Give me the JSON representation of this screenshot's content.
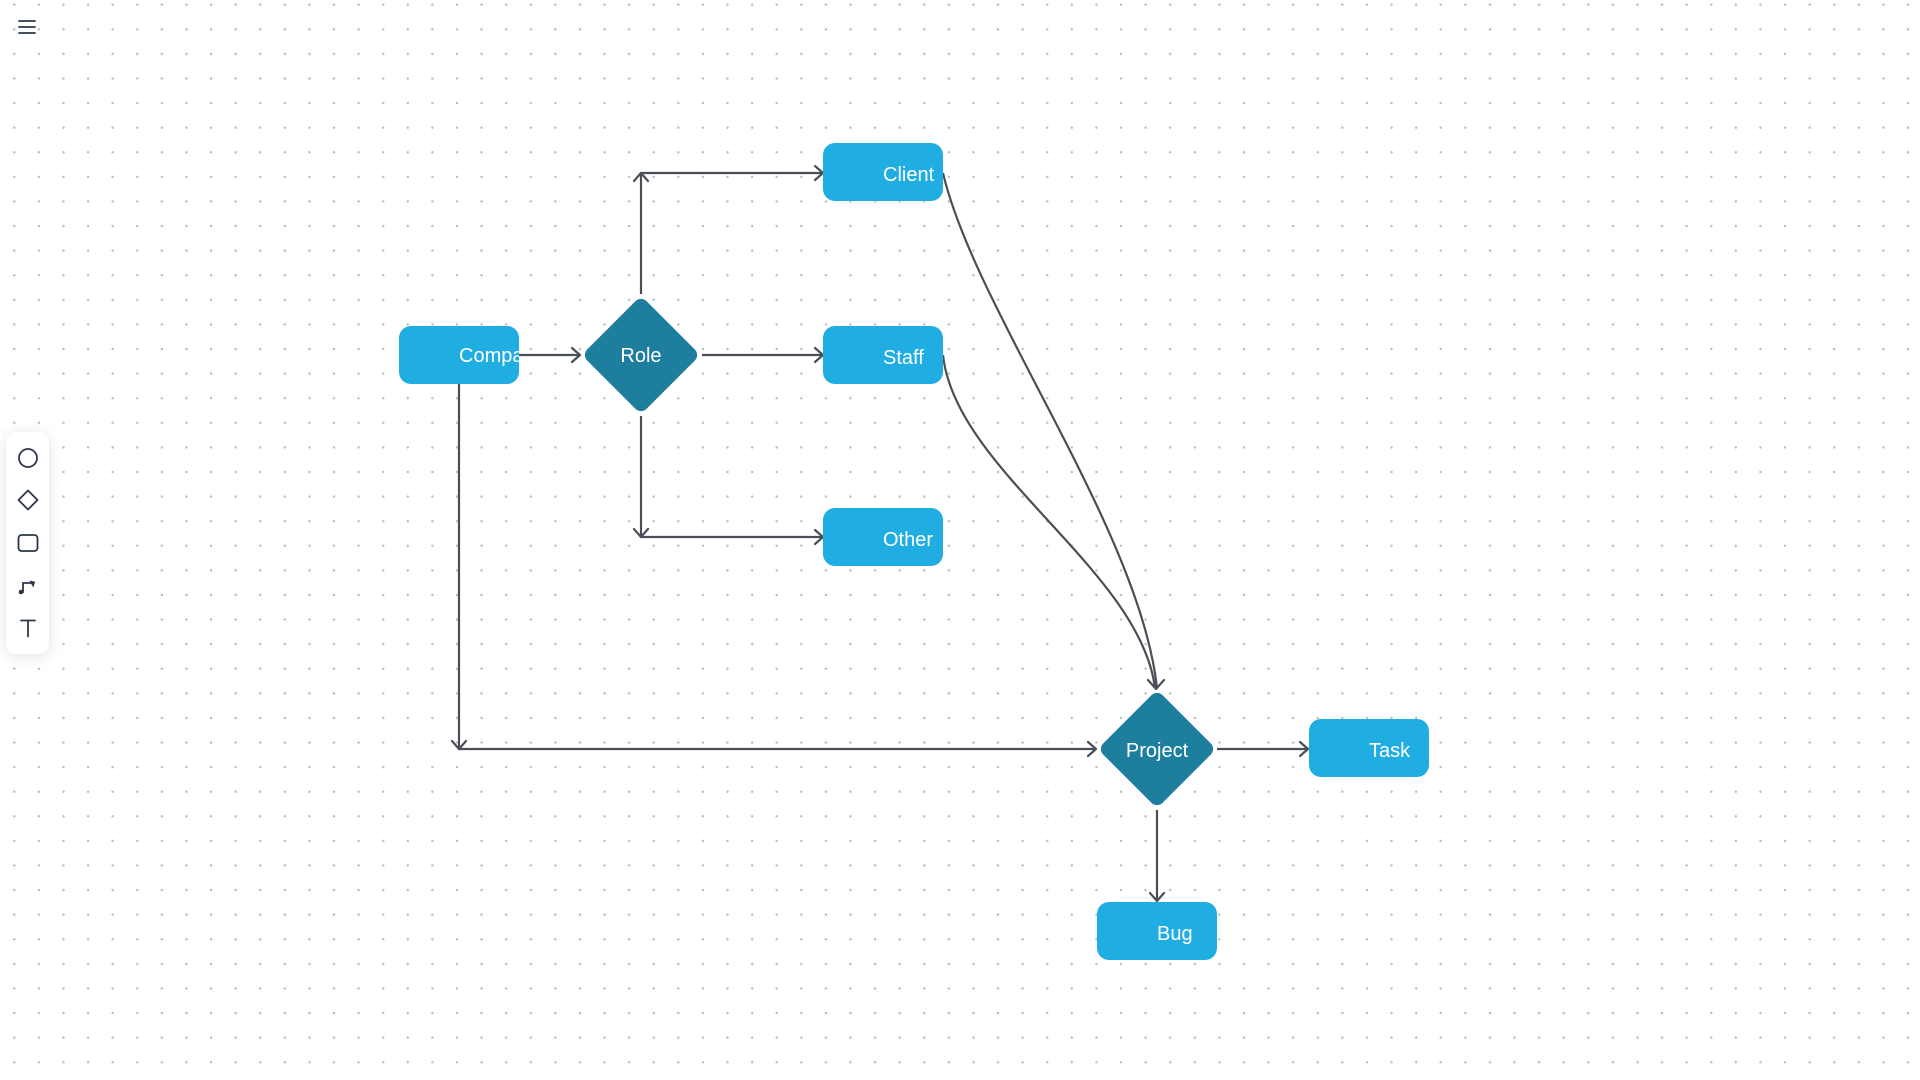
{
  "colors": {
    "rect_fill": "#20ade2",
    "diamond_fill": "#1e7e9e",
    "edge": "#4a4f57",
    "icon": "#2d3748"
  },
  "menu": {
    "icon": "hamburger-menu-icon"
  },
  "toolbar": {
    "tools": [
      {
        "name": "circle-tool",
        "icon": "circle-icon"
      },
      {
        "name": "diamond-tool",
        "icon": "diamond-icon"
      },
      {
        "name": "rectangle-tool",
        "icon": "rounded-rectangle-icon"
      },
      {
        "name": "connector-tool",
        "icon": "connector-icon"
      },
      {
        "name": "text-tool",
        "icon": "text-icon"
      }
    ]
  },
  "diagram": {
    "nodes": [
      {
        "id": "company",
        "label": "Compa",
        "shape": "rect"
      },
      {
        "id": "role",
        "label": "Role",
        "shape": "diamond"
      },
      {
        "id": "client",
        "label": "Client",
        "shape": "rect"
      },
      {
        "id": "staff",
        "label": "Staff",
        "shape": "rect"
      },
      {
        "id": "other",
        "label": "Other",
        "shape": "rect"
      },
      {
        "id": "project",
        "label": "Project",
        "shape": "diamond"
      },
      {
        "id": "task",
        "label": "Task",
        "shape": "rect"
      },
      {
        "id": "bug",
        "label": "Bug",
        "shape": "rect"
      }
    ],
    "edges": [
      {
        "from": "company",
        "to": "role"
      },
      {
        "from": "role",
        "to": "client"
      },
      {
        "from": "role",
        "to": "staff"
      },
      {
        "from": "role",
        "to": "other"
      },
      {
        "from": "company",
        "to": "project"
      },
      {
        "from": "client",
        "to": "project"
      },
      {
        "from": "staff",
        "to": "project"
      },
      {
        "from": "project",
        "to": "task"
      },
      {
        "from": "project",
        "to": "bug"
      }
    ]
  }
}
